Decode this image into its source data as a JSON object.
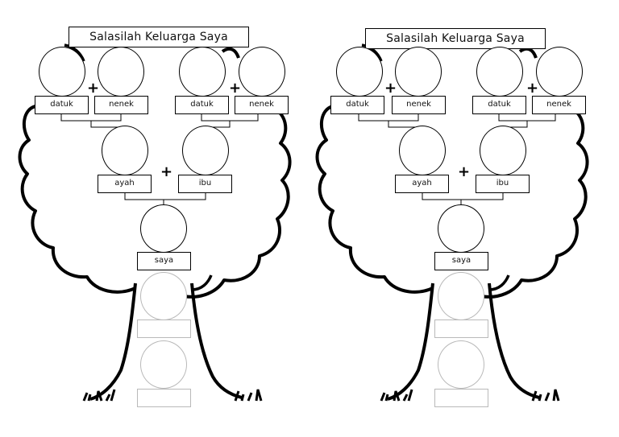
{
  "worksheets": [
    {
      "title": "Salasilah Keluarga Saya",
      "grandparents": [
        "datuk",
        "nenek",
        "datuk",
        "nenek"
      ],
      "parents": [
        "ayah",
        "ibu"
      ],
      "self": "saya",
      "plus_signs": [
        "+",
        "+",
        "+"
      ]
    },
    {
      "title": "Salasilah Keluarga Saya",
      "grandparents": [
        "datuk",
        "nenek",
        "datuk",
        "nenek"
      ],
      "parents": [
        "ayah",
        "ibu"
      ],
      "self": "saya",
      "plus_signs": [
        "+",
        "+",
        "+"
      ]
    }
  ]
}
